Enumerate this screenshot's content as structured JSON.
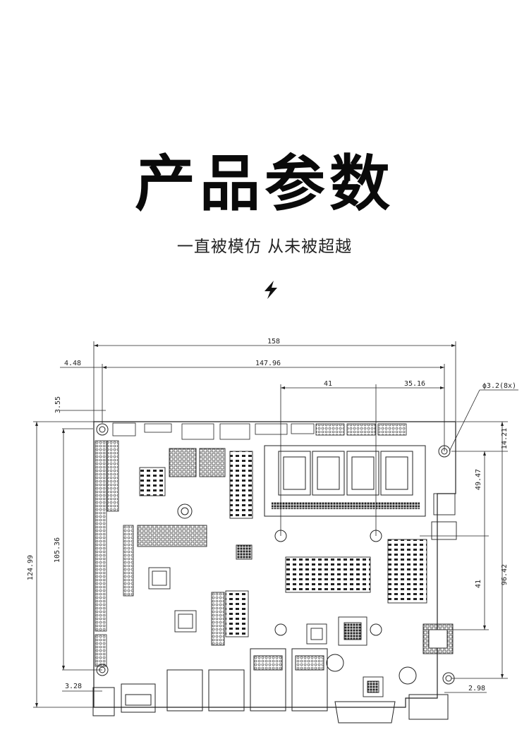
{
  "header": {
    "title": "产品参数",
    "subtitle": "一直被模仿 从未被超越"
  },
  "icons": {
    "divider": "lightning-bolt-icon"
  },
  "dimensions": {
    "overall_width": "158",
    "hole_span_width": "147.96",
    "left_offset": "4.48",
    "top_offset": "3.55",
    "slot_offset": "41",
    "slot_width": "35.16",
    "hole_diameter": "ϕ3.2(8x)",
    "right_top": "14.21",
    "right_mid": "49.47",
    "right_lower": "41",
    "right_span": "96.42",
    "left_inner_height": "105.36",
    "left_total_height": "124.99",
    "bottom_left": "3.28",
    "bottom_right": "2.98"
  }
}
